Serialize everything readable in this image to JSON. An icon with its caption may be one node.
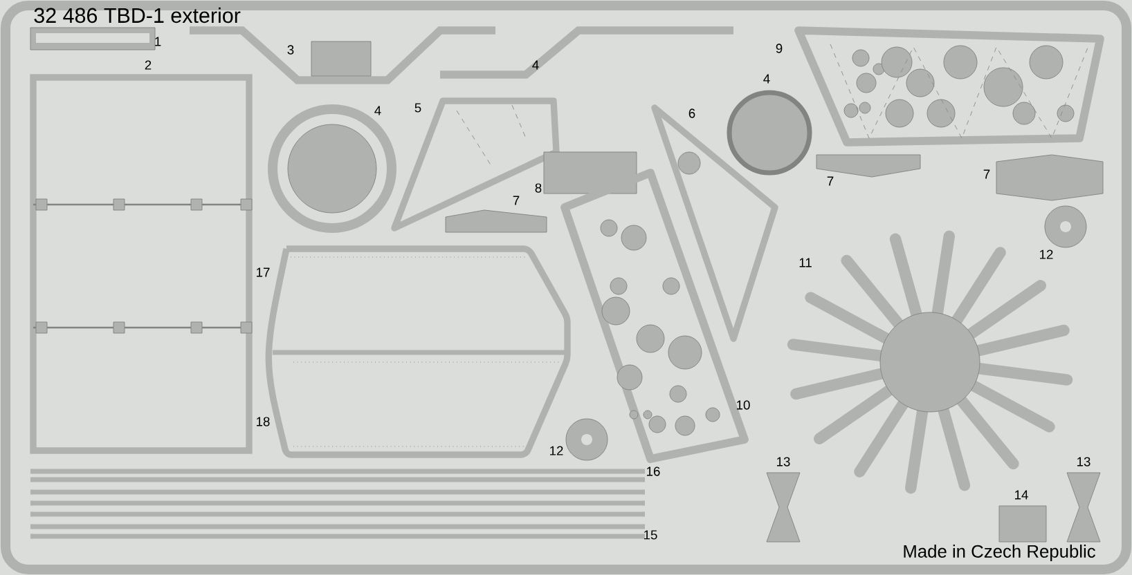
{
  "diagram": {
    "title": "32 486  TBD-1 exterior",
    "labels": [
      "1",
      "3",
      "9",
      "2",
      "4",
      "4",
      "4",
      "5",
      "6",
      "8",
      "7",
      "7",
      "7",
      "12",
      "11",
      "17",
      "10",
      "18",
      "12",
      "13",
      "13",
      "16",
      "14",
      "15",
      "Made in Czech Republic"
    ]
  }
}
